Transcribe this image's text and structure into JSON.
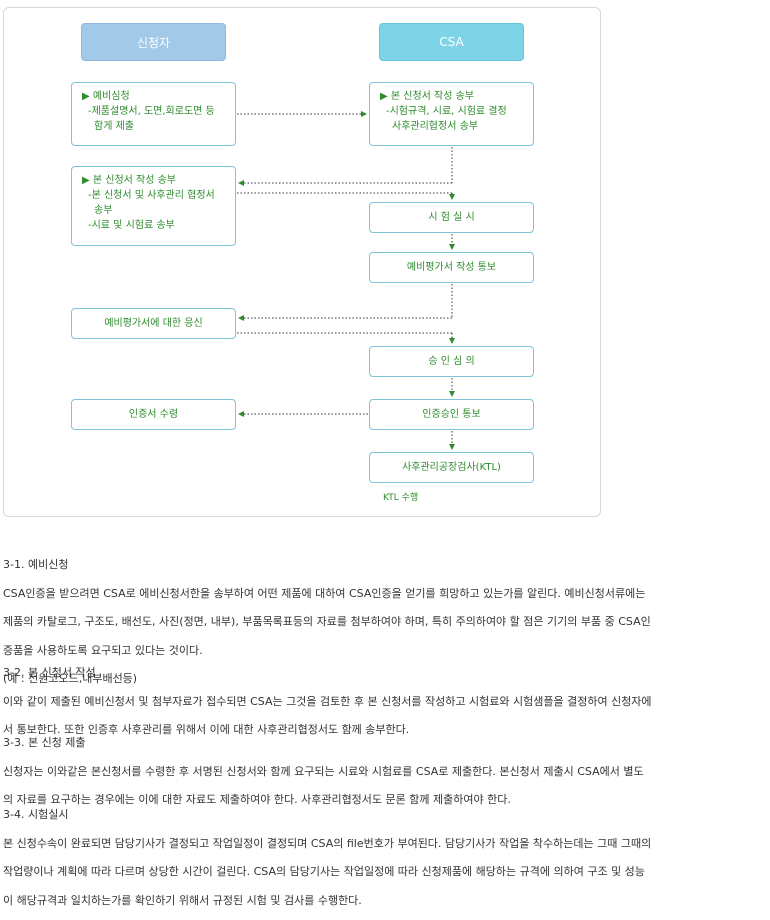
{
  "diagram": {
    "header_left": "신청자",
    "header_right": "CSA",
    "box_prelim": [
      "▶ 예비심청",
      "-제품설명서, 도면,회로도면 등",
      "함게 제출"
    ],
    "box_csa_send": [
      "▶ 본 신청서 작성 송부",
      "-시험규격, 시료, 시험료 결정",
      "사후관리협정서 송부"
    ],
    "box_applicant_send": [
      "▶ 본 신청서 작성 송부",
      "-본 신청서 및 사후관리 협정서",
      "송부",
      "-시료 및 시험료 송부"
    ],
    "box_test": "시 험 실 시",
    "box_prelim_eval": "예비평가서 작성 통보",
    "box_response": "예비평가서에 대한 응신",
    "box_approval_review": "승 인 심 의",
    "box_cert_receive": "인증서 수령",
    "box_cert_notice": "인증승인 통보",
    "box_factory_inspect": "사후관리공장검사(KTL)",
    "note_ktl": "KTL 수행"
  },
  "sections": [
    {
      "title": "3-1. 예비신청",
      "lines": [
        "CSA인증을 받으려면 CSA로 에비신청서한을 송부하여 어떤 제품에 대하여 CSA인증을 얻기를 희망하고 있는가를 알린다. 예비신청서류에는",
        "제품의 카탈로그, 구조도, 배선도, 사진(정면, 내부), 부품목록표등의 자료를 첨부하여야 하며, 특히 주의하여야 할 점은 기기의 부품 중 CSA인",
        "증품을 사용하도록 요구되고 있다는 것이다.",
        "(예 : 전원코오드,내부배선등)"
      ]
    },
    {
      "title": "3-2. 본 신청서 작성",
      "lines": [
        "이와 같이 제출된 예비신청서 및 첨부자료가 접수되면 CSA는 그것을 검토한 후 본 신청서를 작성하고 시험료와 시험샘플을 결정하여 신청자에",
        "서 통보한다. 또한 인증후 사후관리를 위해서 이에 대한 사후관리협정서도 함께 송부한다."
      ]
    },
    {
      "title": "3-3. 본 신청 제출",
      "lines": [
        "신청자는 이와같은 본신청서를 수령한 후 서명된 신청서와 함께 요구되는 시료와 시험료를 CSA로 제출한다. 본신청서 제출시 CSA에서 별도",
        "의 자료를 요구하는 경우에는 이에 대한 자료도 제출하여야 한다. 사후관리협정서도 문론 함께 제출하여야 한다."
      ]
    },
    {
      "title": "3-4. 시험실시",
      "lines": [
        "본 신청수속이 완료되면 담당기사가 결정되고 작업일정이 결정되며 CSA의 file번호가 부여된다. 담당기사가 작업을 착수하는데는 그때 그때의",
        "작업량이나 계획에 따라 다르며 상당한 시간이 걸린다. CSA의 담당기사는 작업일정에 따라 신청제품에 해당하는 규격에 의하여 구조 및 성능",
        "이 해당규격과 일치하는가를 확인하기 위해서 규정된 시험 및 검사를 수행한다."
      ]
    }
  ]
}
